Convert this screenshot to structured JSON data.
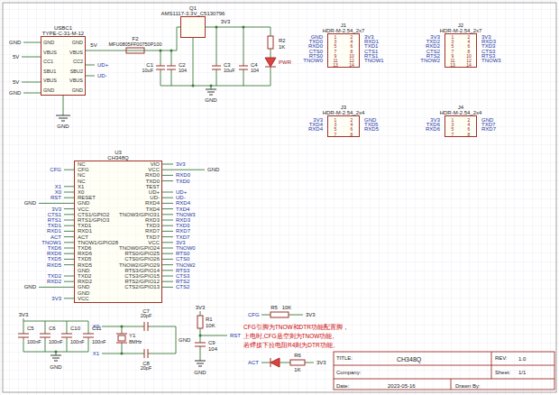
{
  "diagram": {
    "nodes": [
      {
        "text": [
          "USBC1",
          "TYPE-C-31-M-12"
        ]
      },
      {
        "text": [
          "Q1",
          "AMS1117-3.3V_C5130796"
        ]
      },
      {
        "text": [
          "J1",
          "HDR-M-2.54_2x7"
        ]
      },
      {
        "text": [
          "J2",
          "HDR-M-2.54_2x7"
        ]
      },
      {
        "text": [
          "J3",
          "HDR-M-2.54_2x4"
        ]
      },
      {
        "text": [
          "J4",
          "HDR-M-2.54_2x4"
        ]
      },
      {
        "text": [
          "U3",
          "CH348Q"
        ]
      }
    ],
    "edges": [
      {
        "from": 0,
        "to": 1,
        "arrow": "none"
      }
    ],
    "labels": [
      "GND",
      "5V",
      "5V",
      "GND",
      "GND",
      "VBUS",
      "CC1",
      "SBU1",
      "VBUS",
      "GND",
      "GND",
      "VBUS",
      "CC2",
      "SBU2",
      "VBUS",
      "GND",
      "UD+",
      "UD-",
      "GND",
      "5V",
      "F2",
      "MFU0805FF00750P100",
      "C1",
      "10uF",
      "C2",
      "104",
      "C3",
      "10uF",
      "C4",
      "104",
      "R2",
      "1K",
      "PWR",
      "3V3",
      "GND",
      "GND",
      "TXD0",
      "RXD0",
      "CTS0",
      "RTS0",
      "TNOW0",
      "3V3",
      "RXD1",
      "TXD1",
      "CTS1",
      "RTS1",
      "TNOW1",
      "1",
      "3",
      "5",
      "7",
      "9",
      "11",
      "13",
      "2",
      "4",
      "6",
      "8",
      "10",
      "12",
      "14",
      "3V3",
      "TXD2",
      "RXD2",
      "CTS2",
      "RTS2",
      "TNOW2",
      "3V3",
      "RXD3",
      "TXD3",
      "CTS3",
      "RTS3",
      "TNOW3",
      "1",
      "3",
      "5",
      "7",
      "9",
      "11",
      "13",
      "2",
      "4",
      "6",
      "8",
      "10",
      "12",
      "14",
      "3V3",
      "TXD4",
      "RXD4",
      "GND",
      "TXD5",
      "RXD5",
      "1",
      "3",
      "5",
      "7",
      "2",
      "4",
      "6",
      "8",
      "3V3",
      "TXD6",
      "RXD6",
      "GND",
      "TXD7",
      "RXD7",
      "1",
      "3",
      "5",
      "7",
      "2",
      "4",
      "6",
      "8",
      "NC",
      "CFG",
      "NC",
      "NC",
      "X1",
      "X0",
      "RESET",
      "GND",
      "VCC",
      "CTS1/GPIO2",
      "RTS1/GPIO3",
      "TXD1",
      "RXD1",
      "ACT",
      "TNOW1/GPIO28",
      "TXD6",
      "RXD6",
      "TXD5",
      "RXD5",
      "GND",
      "TXD2",
      "RXD2",
      "GND",
      "GND",
      "VCC",
      "VIO",
      "VCC",
      "RXD0",
      "TXD0",
      "TEST",
      "UD+",
      "UD-",
      "RXD4",
      "TXD4",
      "TNOW3/GPIO31",
      "RXD3",
      "TXD3",
      "RXD7",
      "TXD7",
      "VCC",
      "TNOW0/GPIO24",
      "RTS0/GPIO25",
      "CTS0/GPIO26",
      "TNOW2/GPIO29",
      "RTS3/GPIO14",
      "CTS3/GPIO15",
      "RTS2/GPIO12",
      "CTS2/GPIO13",
      "CFG",
      "X1",
      "X0",
      "RST",
      "3V3",
      "CTS1",
      "RTS1",
      "TXD1",
      "RXD1",
      "ACT",
      "TNOW1",
      "TXD6",
      "RXD6",
      "TXD5",
      "RXD5",
      "TXD2",
      "RXD2",
      "3V3",
      "GND",
      "GND",
      "3V3",
      "RXD0",
      "TXD0",
      "UD+",
      "UD-",
      "RXD4",
      "TXD4",
      "TNOW3",
      "RXD3",
      "TXD3",
      "RXD7",
      "TXD7",
      "3V3",
      "TNOW0",
      "RTS0",
      "CTS0",
      "TNOW2",
      "RTS3",
      "CTS3",
      "RTS2",
      "CTS2",
      "GND",
      "3V3",
      "C5",
      "100nF",
      "C6",
      "100nF",
      "C10",
      "100nF",
      "C11",
      "100nF",
      "GND",
      "X0",
      "X1",
      "Y1",
      "8MHz",
      "C7",
      "20pF",
      "C8",
      "20pF",
      "GND",
      "3V3",
      "R1",
      "10K",
      "RST",
      "C9",
      "104",
      "GND",
      "CFG",
      "R5",
      "10K",
      "3V3",
      "CFG引脚为TNOW和DTR功能配置脚，",
      "上电时,CFG悬空则为TNOW功能,",
      "若焊接下拉电阻R4则为DTR功能。",
      "ACT",
      "R6",
      "1K",
      "3V3",
      "TITLE:",
      "CH348Q",
      "REV:",
      "1.0",
      "Company:",
      "Sheet:",
      "1/1",
      "Date:",
      "2023-05-16",
      "Drawn By:"
    ]
  }
}
